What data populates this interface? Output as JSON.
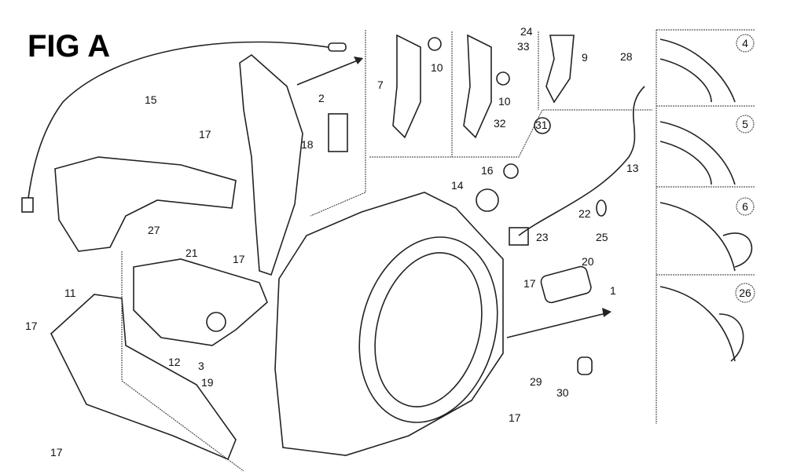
{
  "title": "FIG A",
  "callouts": [
    "15",
    "17",
    "27",
    "17",
    "21",
    "11",
    "17",
    "12",
    "3",
    "19",
    "17",
    "18",
    "2",
    "7",
    "10",
    "10",
    "24",
    "33",
    "9",
    "32",
    "31",
    "28",
    "16",
    "14",
    "13",
    "22",
    "25",
    "23",
    "17",
    "20",
    "1",
    "29",
    "30",
    "17"
  ],
  "variant_markers": [
    "4",
    "5",
    "6",
    "26"
  ]
}
